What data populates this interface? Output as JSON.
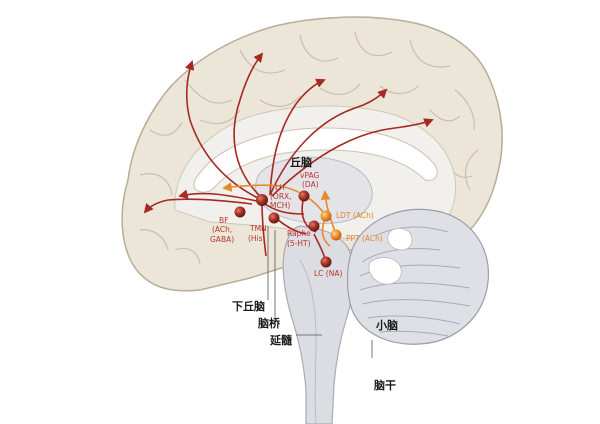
{
  "regions": {
    "thalamus": "丘脑",
    "hypothalamus": "下丘脑",
    "pons": "脑桥",
    "medulla": "延髓",
    "cerebellum": "小脑",
    "brainstem": "脑干"
  },
  "nuclei": {
    "vpag": [
      "vPAG",
      "(DA)"
    ],
    "lh": [
      "LH",
      "(ORX,",
      "MCH)"
    ],
    "bf": [
      "BF",
      "(ACh,",
      "GABA)"
    ],
    "tmn": [
      "TMN",
      "(His)"
    ],
    "raphe": [
      "Raphe",
      "(5-HT)"
    ],
    "ldt": [
      "LDT (ACh)"
    ],
    "ppt": [
      "PPT (ACh)"
    ],
    "lc": [
      "LC (NA)"
    ]
  },
  "colors": {
    "cortex_fill": "#ece6d8",
    "cortex_stroke": "#b7ad98",
    "inner_fill": "#f2f0ec",
    "white_matter": "#ffffff",
    "brainstem_fill": "#dcdde3",
    "cerebellum_fill": "#dfe0e6",
    "red_pathway": "#a52a24",
    "orange_pathway": "#e58a2a",
    "label_dark": "#1a1a1a"
  }
}
